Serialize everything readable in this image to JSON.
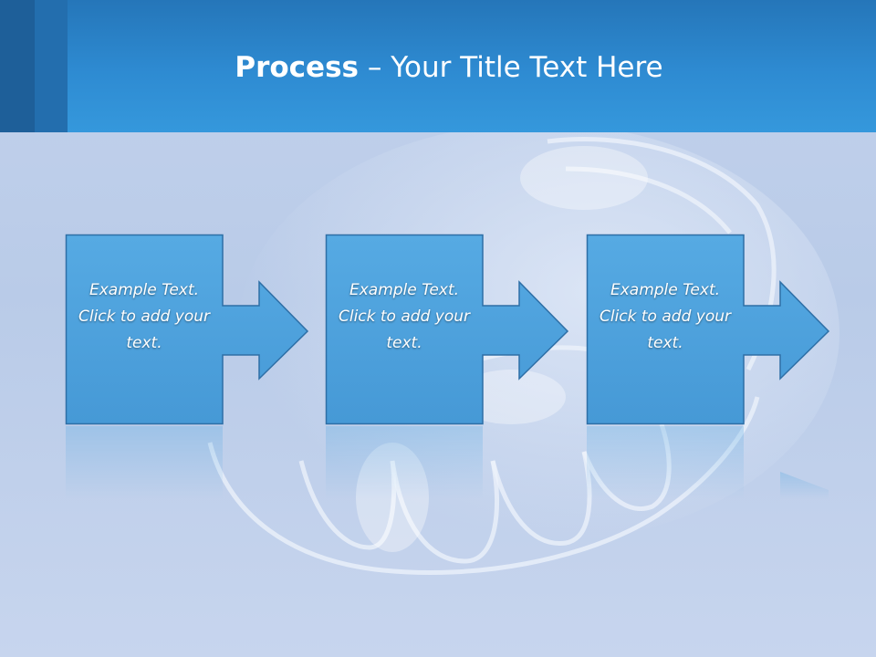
{
  "slide": {
    "title_bold": "Process",
    "title_dash": " – ",
    "title_rest": "Your Title Text Here"
  },
  "steps": [
    {
      "label": "Example Text. Click  to add your text."
    },
    {
      "label": "Example Text. Click  to add your text."
    },
    {
      "label": "Example Text. Click  to add your text."
    }
  ],
  "colors": {
    "header": "#2e8bd2",
    "box_fill": "#4fa3de",
    "box_stroke": "#2b6fa8",
    "background": "#c3d2ec"
  }
}
